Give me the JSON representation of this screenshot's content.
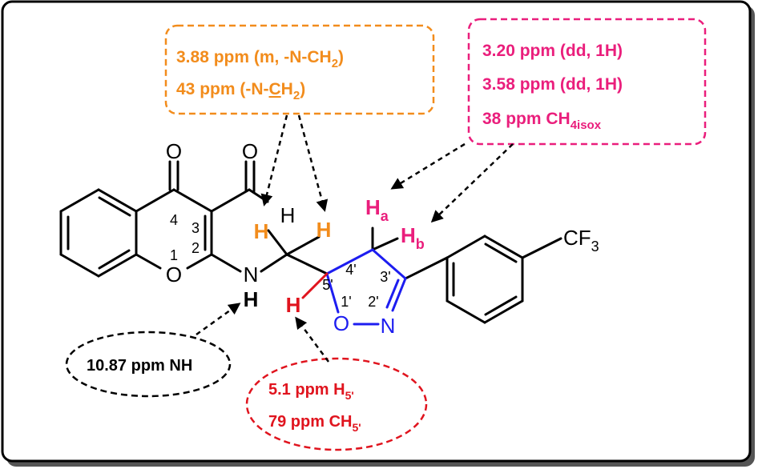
{
  "colors": {
    "black": "#000000",
    "orange": "#f28c1c",
    "magenta": "#ea1e7c",
    "red": "#e0141e",
    "blue": "#1d1df0"
  },
  "callouts": {
    "nch2": {
      "line1": "3.88 ppm (m, -N-CH",
      "line1_sub": "2",
      "line1_end": ")",
      "line2_pre": "43 ppm (-N-",
      "line2_c": "C",
      "line2_h": "H",
      "line2_sub": "2",
      "line2_end": ")"
    },
    "isox": {
      "line1": "3.20 ppm (dd, 1H)",
      "line2": "3.58 ppm (dd, 1H)",
      "line3": "38 ppm CH",
      "line3_sub": "4isox"
    },
    "nh": {
      "line1": "10.87 ppm NH"
    },
    "h5": {
      "line1": "5.1 ppm H",
      "line1_sub": "5'",
      "line2": "79 ppm  CH",
      "line2_sub": "5'"
    }
  },
  "atoms": {
    "o_carbonyl": "O",
    "o_aldehyde": "O",
    "o_ring": "O",
    "n_amine": "N",
    "h_amine": "H",
    "h_aldehyde_orange": "H",
    "h_aldehyde_black": "H",
    "h_ch2": "H",
    "h_a": "H",
    "h_a_sub": "a",
    "h_b": "H",
    "h_b_sub": "b",
    "h_5": "H",
    "o_isox": "O",
    "n_isox": "N",
    "cf3": "CF",
    "cf3_sub": "3"
  },
  "locants": {
    "c4": "4",
    "c3": "3",
    "c2": "2",
    "o1": "1",
    "i5": "5'",
    "i4": "4'",
    "i3": "3'",
    "i2": "2'",
    "i1": "1'"
  }
}
